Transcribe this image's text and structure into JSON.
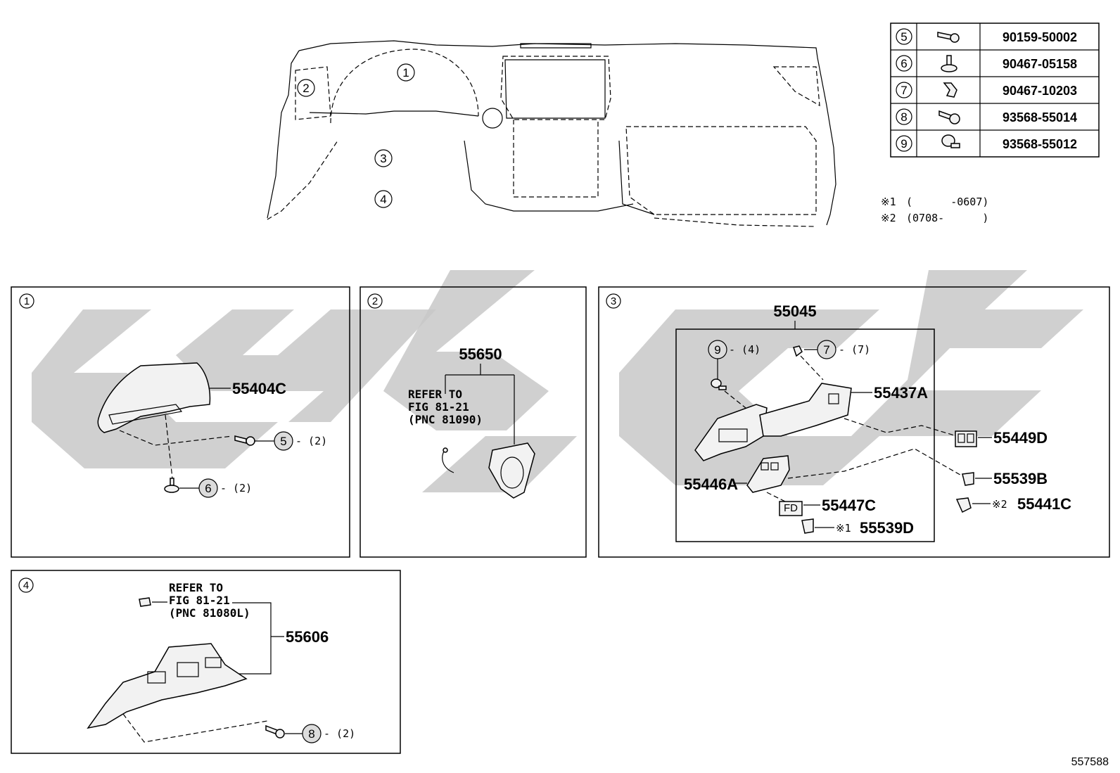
{
  "dash_overview": {
    "callouts": [
      "1",
      "2",
      "3",
      "4"
    ]
  },
  "fastener_table": {
    "rows": [
      {
        "no": "5",
        "part": "90159-50002",
        "icon": "bolt-flange-icon"
      },
      {
        "no": "6",
        "part": "90467-05158",
        "icon": "push-clip-icon"
      },
      {
        "no": "7",
        "part": "90467-10203",
        "icon": "spring-clip-icon"
      },
      {
        "no": "8",
        "part": "93568-55014",
        "icon": "screw-washer-icon"
      },
      {
        "no": "9",
        "part": "93568-55012",
        "icon": "screw-flange-icon"
      }
    ]
  },
  "notes": {
    "n1_mark": "※1",
    "n1_text": "(      -0607)",
    "n2_mark": "※2",
    "n2_text": "(0708-      )"
  },
  "panel1": {
    "index": "1",
    "part_cluster_hood": "55404C",
    "fastener_a": "5",
    "fastener_a_qty": "- (2)",
    "fastener_b": "6",
    "fastener_b_qty": "- (2)"
  },
  "panel2": {
    "index": "2",
    "part_vent": "55650",
    "refer_line1": "REFER TO",
    "refer_line2": "FIG 81-21",
    "refer_line3": "(PNC 81090)"
  },
  "panel3": {
    "index": "3",
    "part_assy": "55045",
    "fastener_a": "9",
    "fastener_a_qty": "- (4)",
    "fastener_b": "7",
    "fastener_b_qty": "- (7)",
    "part_a": "55437A",
    "part_b": "55449D",
    "part_c": "55539B",
    "part_d_mark": "※2",
    "part_d": "55441C",
    "part_e": "55446A",
    "part_f": "55447C",
    "part_g_mark": "※1",
    "part_g": "55539D"
  },
  "panel4": {
    "index": "4",
    "refer_line1": "REFER TO",
    "refer_line2": "FIG 81-21",
    "refer_line3": "(PNC 81080L)",
    "part_lower": "55606",
    "fastener_a": "8",
    "fastener_a_qty": "- (2)"
  },
  "illustration_code": "557588"
}
